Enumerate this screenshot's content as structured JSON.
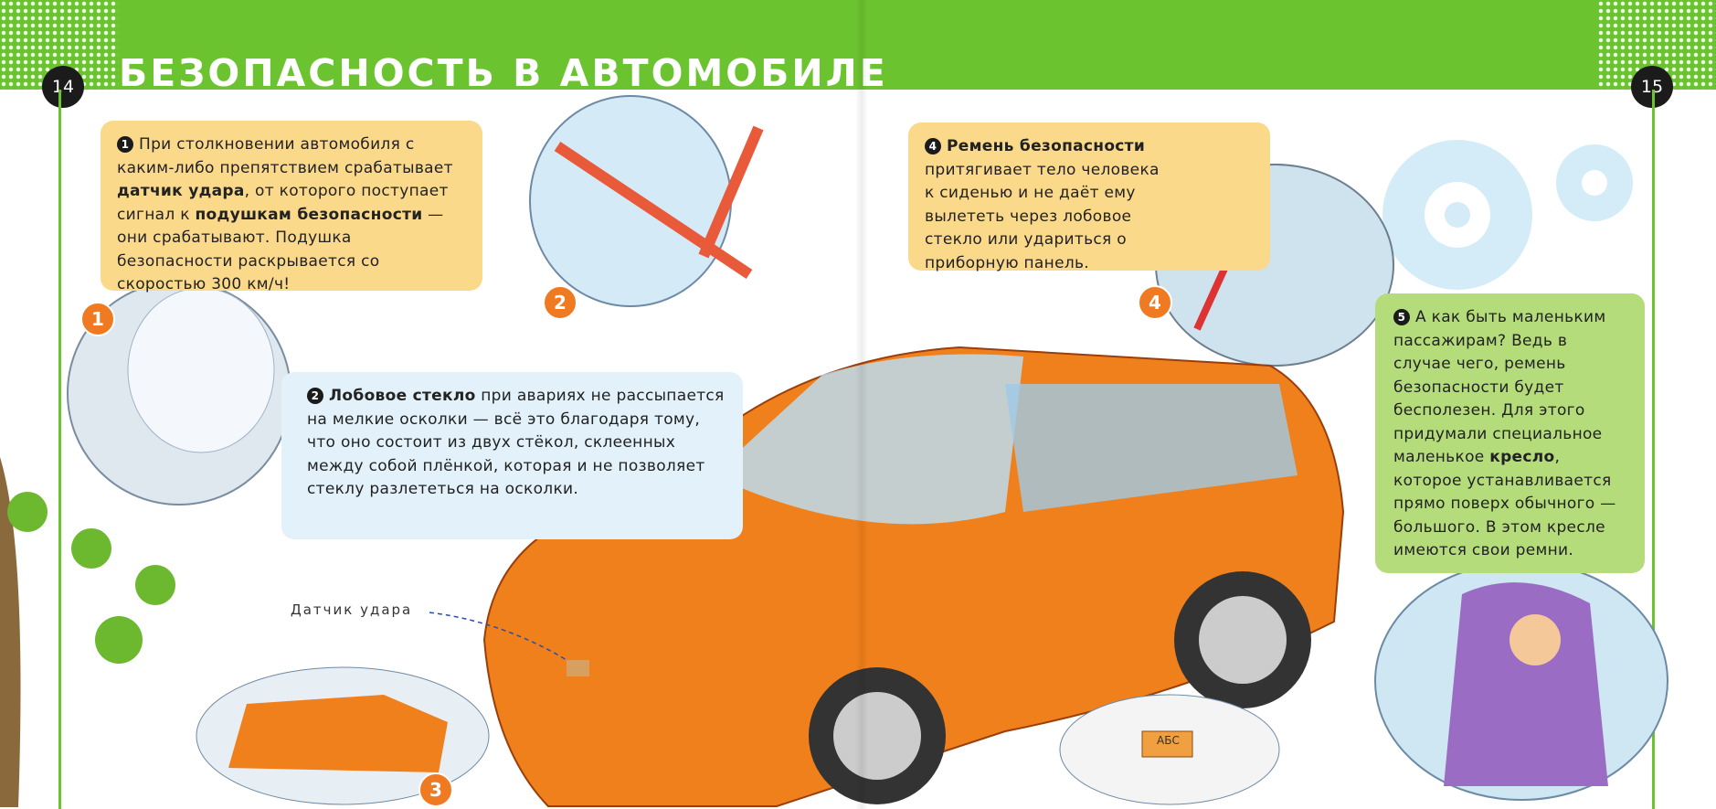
{
  "title": "БЕЗОПАСНОСТЬ В АВТОМОБИЛЕ",
  "page_numbers": {
    "left": "14",
    "right": "15"
  },
  "boxes": {
    "b1": {
      "num": "1",
      "t1": "При столкновении автомобиля с каким-либо препятствием срабатывает ",
      "bold1": "датчик удара",
      "t2": ", от которого поступает сигнал к ",
      "bold2": "подушкам безопасности",
      "t3": " — они срабатывают. Подушка безопасности раскрывается со скоростью 300 км/ч!"
    },
    "b2": {
      "num": "2",
      "bold1": "Лобовое стекло",
      "t1": " при авариях не рассыпается на мелкие осколки — всё это благодаря тому, что оно состоит из двух стёкол, склеенных между собой плёнкой, которая и не позволяет стеклу разлететься на осколки."
    },
    "b4": {
      "num": "4",
      "bold1": "Ремень безопасности",
      "t1": " притягивает тело человека к сиденью и не даёт ему вылететь через лобовое стекло или удариться о приборную панель."
    },
    "b5": {
      "num": "5",
      "t1": "А как быть маленьким пассажирам? Ведь в случае чего, ремень безопасности будет бесполезен. Для этого придумали специальное маленькое ",
      "bold1": "кресло",
      "t2": ", которое устанавливается прямо поверх обычного — большого. В этом кресле имеются свои ремни."
    }
  },
  "markers": [
    "1",
    "2",
    "3",
    "4"
  ],
  "labels": {
    "sensor": "Датчик удара",
    "abs": "АБС"
  },
  "colors": {
    "green": "#6cc330",
    "yellow_box": "#fbd98a",
    "blue_box": "#e2f1fa",
    "green_box": "#b5dc7b",
    "orange": "#f07a22",
    "car": "#f0801c"
  }
}
